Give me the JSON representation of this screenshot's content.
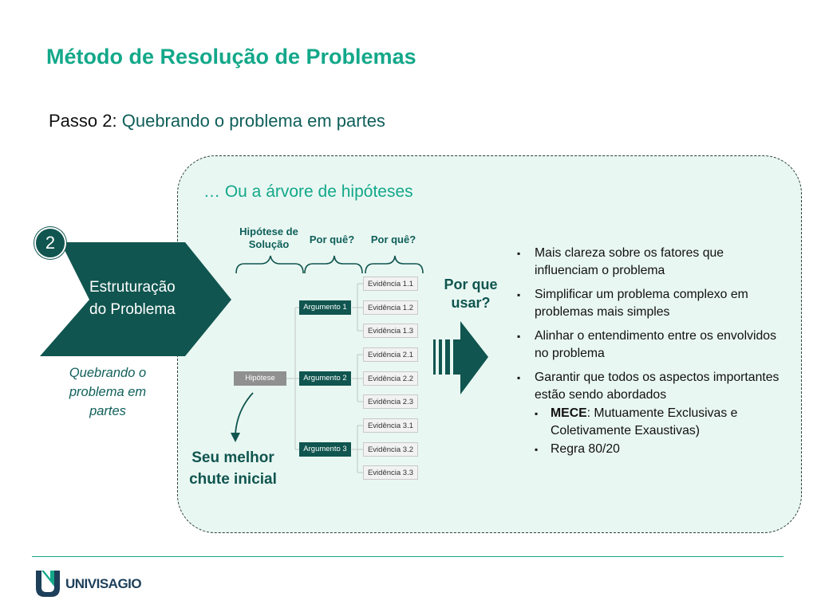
{
  "header": {
    "title": "Método de Resolução de Problemas",
    "subtitle_lead": "Passo 2:",
    "subtitle_rest": "Quebrando o problema em partes"
  },
  "left": {
    "step_number": "2",
    "chevron_label_line1": "Estruturação",
    "chevron_label_line2": "do Problema",
    "caption_line1": "Quebrando o",
    "caption_line2": "problema em",
    "caption_line3": "partes"
  },
  "panel": {
    "heading": "… Ou a árvore de hipóteses",
    "column_headers": {
      "hypothesis_line1": "Hipótese de",
      "hypothesis_line2": "Solução",
      "why_1": "Por quê?",
      "why_2": "Por quê?"
    },
    "hypothesis": "Hipótese",
    "arguments": [
      "Argumento 1",
      "Argumento 2",
      "Argumento 3"
    ],
    "evidences": [
      "Evidência 1.1",
      "Evidência 1.2",
      "Evidência 1.3",
      "Evidência 2.1",
      "Evidência 2.2",
      "Evidência 2.3",
      "Evidência 3.1",
      "Evidência 3.2",
      "Evidência 3.3"
    ],
    "best_guess_line1": "Seu melhor",
    "best_guess_line2": "chute inicial",
    "why_use_line1": "Por que",
    "why_use_line2": "usar?",
    "bullets": [
      "Mais clareza sobre os fatores que influenciam o problema",
      "Simplificar um problema complexo em problemas mais simples",
      "Alinhar o entendimento entre os envolvidos no problema",
      "Garantir que todos os aspectos importantes estão sendo abordados"
    ],
    "sub_bullets": {
      "mece_term": "MECE",
      "mece_rest": ": Mutuamente Exclusivas e Coletivamente Exaustivas)",
      "rule": "Regra 80/20"
    }
  },
  "footer": {
    "logo_text": "UNIVISAGIO"
  },
  "colors": {
    "accent": "#13a88a",
    "dark_teal": "#10554f",
    "panel_bg": "#e9f7f2"
  }
}
